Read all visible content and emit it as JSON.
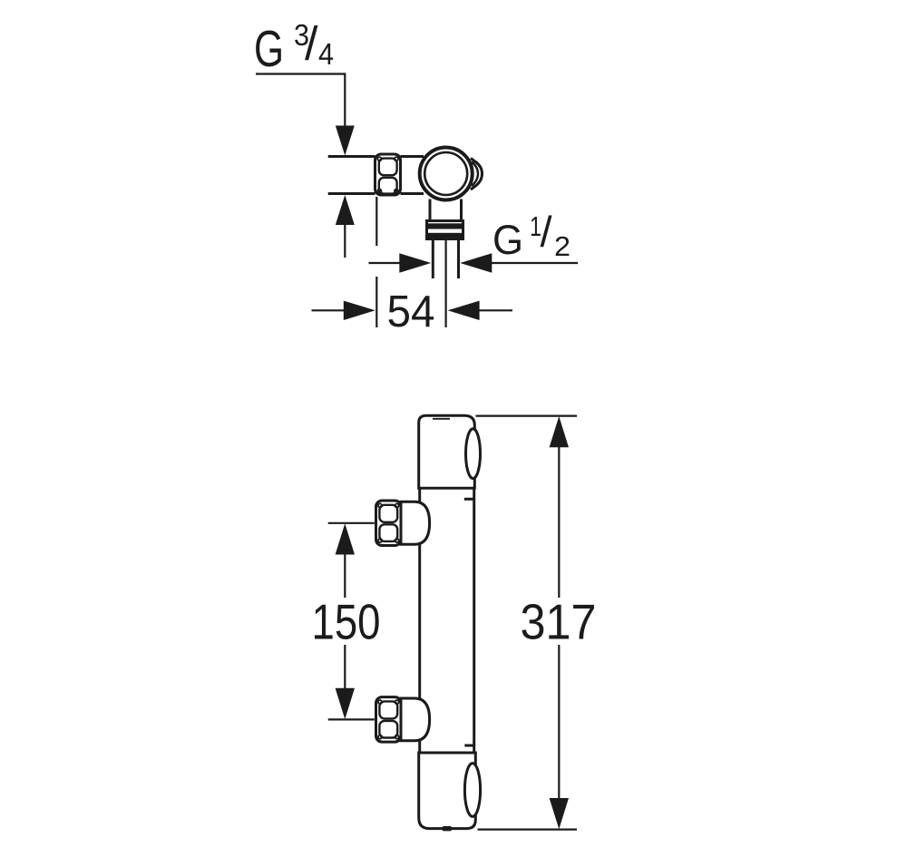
{
  "colors": {
    "background": "#ffffff",
    "line": "#1b1b1b"
  },
  "drawing": {
    "top_view": {
      "inlet_thread": {
        "symbol": "G",
        "numerator": "3",
        "slash": "/",
        "denominator": "4"
      },
      "outlet_thread": {
        "symbol": "G",
        "numerator": "1",
        "slash": "/",
        "denominator": "2"
      },
      "outlet_offset_mm": "54"
    },
    "front_view": {
      "port_spacing_mm": "150",
      "overall_height_mm": "317"
    }
  }
}
